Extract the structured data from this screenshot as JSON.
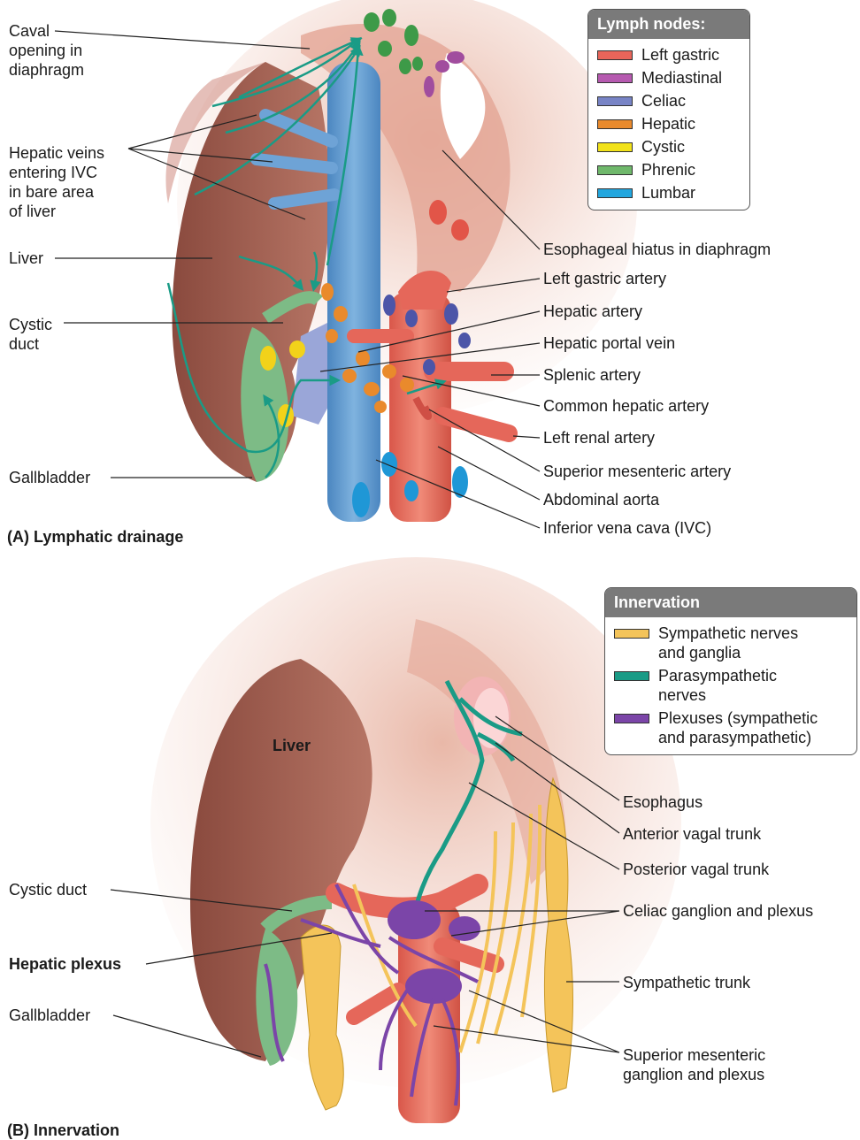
{
  "panel_a": {
    "title": "(A) Lymphatic drainage",
    "legend_title": "Lymph nodes:",
    "legend": [
      {
        "label": "Left gastric",
        "color": "#e8655a"
      },
      {
        "label": "Mediastinal",
        "color": "#b65ab0"
      },
      {
        "label": "Celiac",
        "color": "#7884c6"
      },
      {
        "label": "Hepatic",
        "color": "#e98a2c"
      },
      {
        "label": "Cystic",
        "color": "#f2e21a"
      },
      {
        "label": "Phrenic",
        "color": "#6fb86b"
      },
      {
        "label": "Lumbar",
        "color": "#22a6de"
      }
    ],
    "labels": {
      "caval": "Caval\nopening in\ndiaphragm",
      "hepatic_veins": "Hepatic veins\nentering IVC\nin bare area\nof liver",
      "liver": "Liver",
      "cystic_duct": "Cystic\nduct",
      "gallbladder": "Gallbladder",
      "esophageal_hiatus": "Esophageal hiatus in diaphragm",
      "left_gastric_artery": "Left gastric artery",
      "hepatic_artery": "Hepatic artery",
      "hepatic_portal_vein": "Hepatic portal vein",
      "splenic_artery": "Splenic artery",
      "common_hepatic_artery": "Common hepatic artery",
      "left_renal_artery": "Left renal artery",
      "superior_mesenteric_artery": "Superior mesenteric artery",
      "abdominal_aorta": "Abdominal aorta",
      "ivc": "Inferior vena cava (IVC)"
    }
  },
  "panel_b": {
    "title": "(B) Innervation",
    "legend_title": "Innervation",
    "legend": [
      {
        "label": "Sympathetic nerves\nand ganglia",
        "color": "#f4c45a"
      },
      {
        "label": "Parasympathetic\nnerves",
        "color": "#1a9b86"
      },
      {
        "label": "Plexuses (sympathetic\nand parasympathetic)",
        "color": "#7b45a8"
      }
    ],
    "labels": {
      "liver": "Liver",
      "cystic_duct": "Cystic duct",
      "hepatic_plexus": "Hepatic plexus",
      "gallbladder": "Gallbladder",
      "esophagus": "Esophagus",
      "anterior_vagal_trunk": "Anterior vagal trunk",
      "posterior_vagal_trunk": "Posterior vagal trunk",
      "celiac_ganglion": "Celiac ganglion and plexus",
      "sympathetic_trunk": "Sympathetic trunk",
      "superior_mesenteric_ganglion": "Superior mesenteric\nganglion and plexus"
    }
  }
}
